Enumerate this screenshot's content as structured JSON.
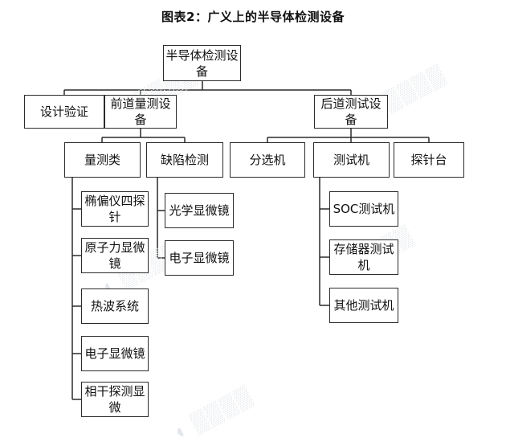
{
  "title": "图表2：广义上的半导体检测设备",
  "nodes": {
    "root": "半导体检测设备",
    "design_verify": "设计验证",
    "front_measure": "前道量测设备",
    "back_test": "后道测试设备",
    "metrology": "量测类",
    "defect_inspect": "缺陷检测",
    "sorter": "分选机",
    "tester": "测试机",
    "prober": "探针台",
    "ellipsometer": "椭偏仪四探针",
    "afm": "原子力显微镜",
    "thermal_wave": "热波系统",
    "sem_metrology": "电子显微镜",
    "interferometer": "相干探测显微",
    "optical_microscope": "光学显微镜",
    "sem_defect": "电子显微镜",
    "soc_tester": "SOC测试机",
    "memory_tester": "存储器测试机",
    "other_tester": "其他测试机"
  }
}
